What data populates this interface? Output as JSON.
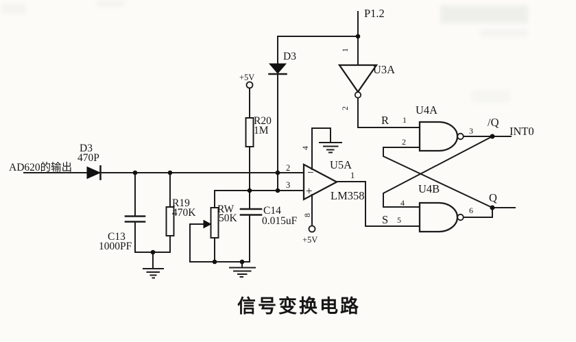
{
  "title": "信号变换电路",
  "colors": {
    "ink": "#1b1b1b",
    "paper": "#fcfbf8"
  },
  "source": {
    "label": "AD620的输出"
  },
  "power": {
    "p12": "P1.2",
    "vcc_r20": "+5V",
    "vcc_opamp": "+5V"
  },
  "components": {
    "d3_series": {
      "ref": "D3",
      "value": "470P"
    },
    "d3_shunt": {
      "ref": "D3"
    },
    "c13": {
      "ref": "C13",
      "value": "1000PF"
    },
    "r19": {
      "ref": "R19",
      "value": "470K"
    },
    "rw": {
      "ref": "RW",
      "value": "50K"
    },
    "c14": {
      "ref": "C14",
      "value": "0.015uF"
    },
    "r20": {
      "ref": "R20",
      "value": "1M"
    },
    "u3a": {
      "ref": "U3A",
      "pin_in": "1",
      "pin_out": "2"
    },
    "u5a": {
      "ref": "U5A",
      "part": "LM358",
      "pin_inv": "2",
      "pin_noninv": "3",
      "pin_out": "1",
      "pin_gnd": "4",
      "pin_vcc": "8",
      "sign_minus": "−",
      "sign_plus": "+"
    },
    "u4a": {
      "ref": "U4A",
      "pin_in1": "1",
      "pin_in2": "2",
      "pin_out": "3"
    },
    "u4b": {
      "ref": "U4B",
      "pin_in1": "4",
      "pin_in2": "5",
      "pin_out": "6"
    }
  },
  "nets": {
    "r": "R",
    "s": "S",
    "q": "Q",
    "qbar": "/Q",
    "int0": "INT0"
  }
}
